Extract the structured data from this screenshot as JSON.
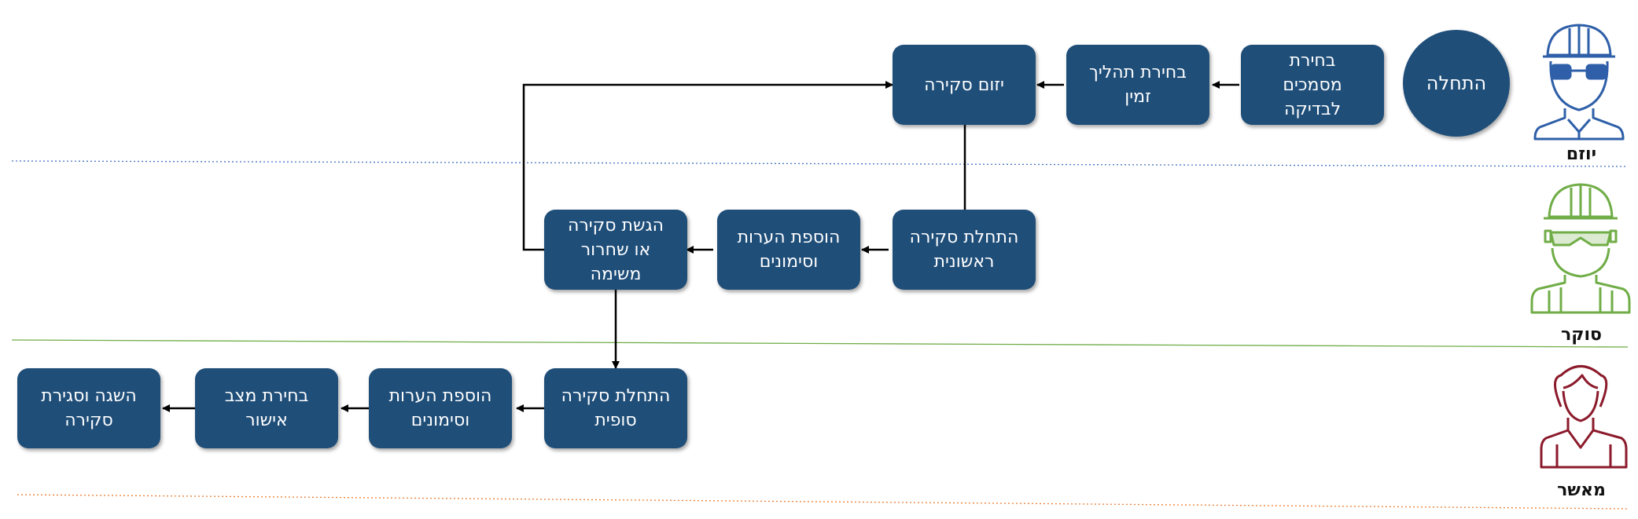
{
  "colors": {
    "box_fill": "#1f4e79",
    "lane_initiator": "#4472c4",
    "lane_reviewer": "#70ad47",
    "lane_approver": "#ed7d31",
    "approver_icon": "#8b1a2b"
  },
  "roles": {
    "initiator": {
      "label": "יוזם",
      "icon": "worker-hardhat-glasses-icon"
    },
    "reviewer": {
      "label": "סוקר",
      "icon": "worker-hardhat-icon"
    },
    "approver": {
      "label": "מאשר",
      "icon": "woman-icon"
    }
  },
  "start": {
    "label": "התחלה"
  },
  "nodes": {
    "select_docs": "בחירת\nמסמכים\nלבדיקה",
    "select_process": "בחירת תהליך\nזמין",
    "initiate_review": "יזום סקירה",
    "start_initial_review": "התחלת סקירה\nראשונית",
    "add_comments_1": "הוספת הערות\nוסימונים",
    "submit_review": "הגשת סקירה\nאו שחרור\nמשימה",
    "start_final_review": "התחלת סקירה\nסופית",
    "add_comments_2": "הוספת הערות\nוסימונים",
    "select_status": "בחירת מצב\nאישור",
    "launch_close": "השגה וסגירת\nסקירה"
  }
}
